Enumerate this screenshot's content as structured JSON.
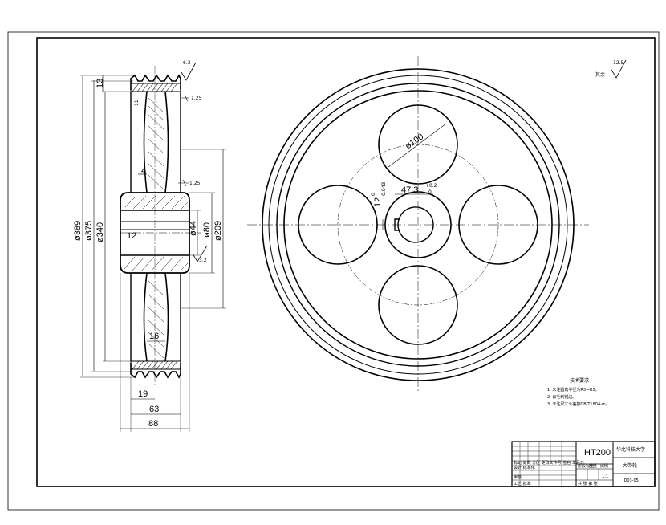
{
  "side_view": {
    "dims": {
      "d389": "ø389",
      "d375": "ø375",
      "d340": "ø340",
      "d209": "ø209",
      "d80": "ø80",
      "d44": "ø44",
      "w13": "13",
      "w4": "4",
      "w16": "16",
      "w19": "19",
      "w63": "63",
      "w88": "88",
      "w12": "12",
      "w11": "11",
      "r125a": "1.25",
      "r125b": "1.25",
      "ra32": "3.2",
      "ra63": "6.3"
    }
  },
  "front_view": {
    "dims": {
      "d100": "ø100",
      "key_width": "12",
      "key_width_tol_upper": "0",
      "key_width_tol_lower": "-0.043",
      "key_depth": "47.3",
      "key_depth_tol_upper": "+0.2",
      "key_depth_tol_lower": "0"
    }
  },
  "corner_roughness": {
    "label": "其余",
    "value": "12.5"
  },
  "tech_requirements": {
    "title": "技术要求",
    "items": [
      "1. 未注圆角半径为R3～R5。",
      "2. 去毛刺锐边。",
      "3. 未注尺寸公差按GB/T1804-m。"
    ]
  },
  "title_block": {
    "material": "HT200",
    "school": "华北科技大学",
    "part_name": "大带轮",
    "drawing_no": "JD03-05",
    "scale": "1:1",
    "rows": [
      "标记 处数 分区 更改文件号 签名 年月日",
      "设计 标准化",
      "审核",
      "工艺 批准"
    ],
    "stage_label": "阶段标记",
    "weight_label": "重量",
    "scale_label": "比例",
    "sheet_label": "共 张 第 张"
  }
}
